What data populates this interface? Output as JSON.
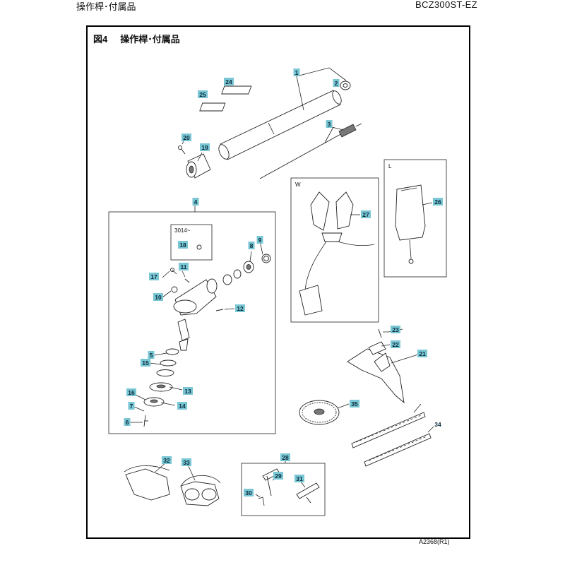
{
  "header": {
    "section_title": "操作桿･付属品",
    "model": "BCZ300ST-EZ"
  },
  "figure": {
    "number": "図4",
    "title": "操作桿･付属品",
    "drawing_code": "A2368(R1)"
  },
  "sub_box": {
    "serial": "3014~"
  },
  "groups": {
    "harness_box": "W",
    "case_box": "L"
  },
  "callouts": [
    {
      "id": "c1",
      "num": "1"
    },
    {
      "id": "c2",
      "num": "2"
    },
    {
      "id": "c3",
      "num": "3"
    },
    {
      "id": "c4",
      "num": "4"
    },
    {
      "id": "c5",
      "num": "5"
    },
    {
      "id": "c6",
      "num": "6"
    },
    {
      "id": "c7",
      "num": "7"
    },
    {
      "id": "c8",
      "num": "8"
    },
    {
      "id": "c9",
      "num": "9"
    },
    {
      "id": "c10",
      "num": "10"
    },
    {
      "id": "c11",
      "num": "11"
    },
    {
      "id": "c12",
      "num": "12"
    },
    {
      "id": "c13",
      "num": "13"
    },
    {
      "id": "c14",
      "num": "14"
    },
    {
      "id": "c15",
      "num": "15"
    },
    {
      "id": "c16",
      "num": "16"
    },
    {
      "id": "c17",
      "num": "17"
    },
    {
      "id": "c18",
      "num": "18"
    },
    {
      "id": "c19",
      "num": "19"
    },
    {
      "id": "c20",
      "num": "20"
    },
    {
      "id": "c21",
      "num": "21"
    },
    {
      "id": "c22",
      "num": "22"
    },
    {
      "id": "c23",
      "num": "23"
    },
    {
      "id": "c24",
      "num": "24"
    },
    {
      "id": "c25",
      "num": "25"
    },
    {
      "id": "c26",
      "num": "26"
    },
    {
      "id": "c27",
      "num": "27"
    },
    {
      "id": "c28",
      "num": "28"
    },
    {
      "id": "c29",
      "num": "29"
    },
    {
      "id": "c30",
      "num": "30"
    },
    {
      "id": "c31",
      "num": "31"
    },
    {
      "id": "c32",
      "num": "32"
    },
    {
      "id": "c33",
      "num": "33"
    },
    {
      "id": "c34",
      "num": "34"
    },
    {
      "id": "c35",
      "num": "35"
    }
  ]
}
